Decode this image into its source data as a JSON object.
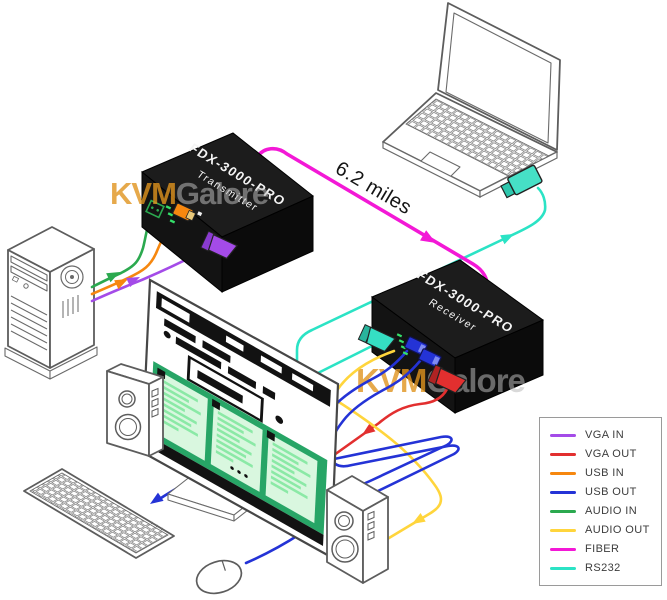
{
  "devices": {
    "transmitter": {
      "model": "FDX-3000-PRO",
      "role": "Transmitter"
    },
    "receiver": {
      "model": "FDX-3000-PRO",
      "role": "Receiver"
    }
  },
  "fiber_link": {
    "distance_label": "6.2 miles"
  },
  "watermark": {
    "brand_bold": "KVM",
    "brand_light": "Galore"
  },
  "legend": {
    "items": [
      {
        "label": "VGA IN",
        "color": "#A44BE8"
      },
      {
        "label": "VGA OUT",
        "color": "#E22F2F"
      },
      {
        "label": "USB IN",
        "color": "#F6870F"
      },
      {
        "label": "USB OUT",
        "color": "#2433D6"
      },
      {
        "label": "AUDIO IN",
        "color": "#2BA94F"
      },
      {
        "label": "AUDIO OUT",
        "color": "#FFD53C"
      },
      {
        "label": "FIBER",
        "color": "#F318D6"
      },
      {
        "label": "RS232",
        "color": "#2BE3C5"
      }
    ]
  },
  "colors": {
    "screen_green": "#27A566",
    "screen_card": "#D9F7DF",
    "box_black": "#141414"
  }
}
